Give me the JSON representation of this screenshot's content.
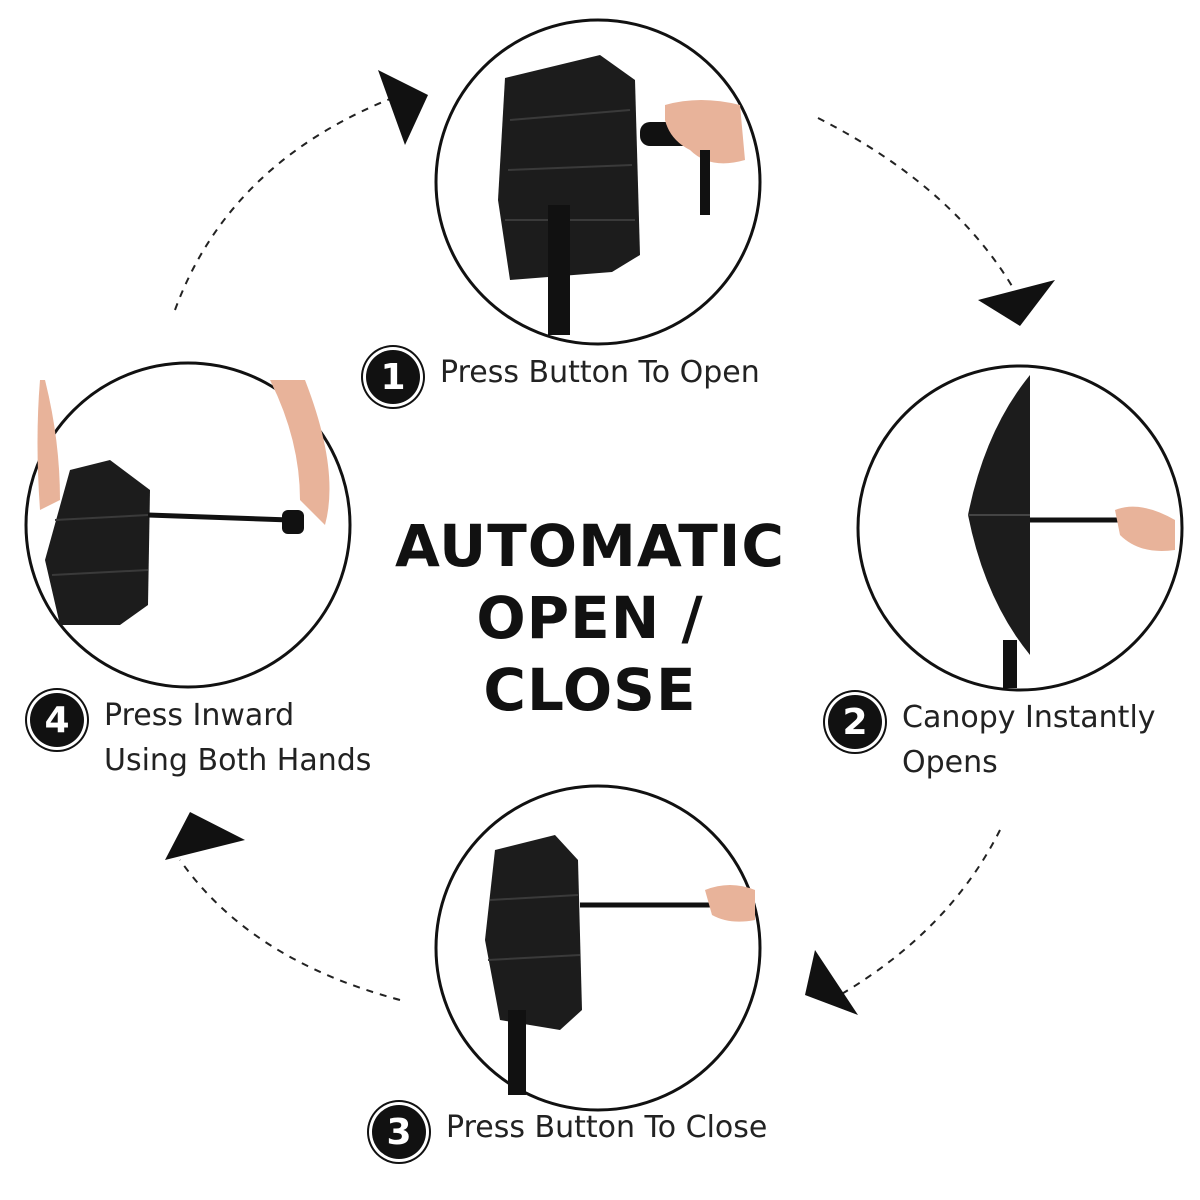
{
  "headline": {
    "line1": "AUTOMATIC",
    "line2": "OPEN / CLOSE"
  },
  "steps": [
    {
      "number": "1",
      "label": "Press Button To Open"
    },
    {
      "number": "2",
      "label": "Canopy Instantly\nOpens"
    },
    {
      "number": "3",
      "label": "Press Button To Close"
    },
    {
      "number": "4",
      "label": "Press Inward\nUsing Both Hands"
    }
  ],
  "colors": {
    "ink": "#111111",
    "canopy": "#1c1c1c",
    "skin": "#e8b39a",
    "background": "#ffffff"
  }
}
